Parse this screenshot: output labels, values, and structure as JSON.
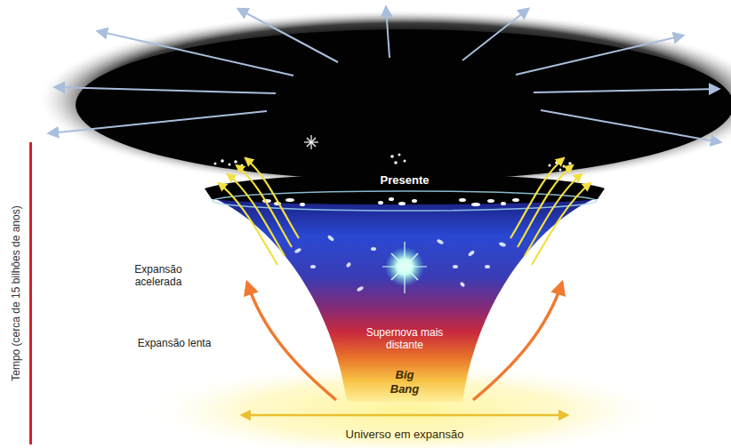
{
  "diagram": {
    "labels": [
      "Tempo (cerca de 15 bilhões de anos)",
      "Presente",
      "Expansão acelerada",
      "Expansão lenta",
      "Supernova mais distante",
      "Big Bang",
      "Universo em expansão"
    ]
  }
}
